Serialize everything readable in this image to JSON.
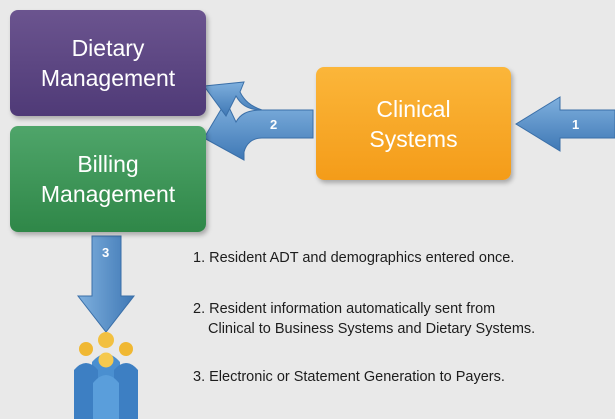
{
  "boxes": {
    "dietary": [
      "Dietary",
      "Management"
    ],
    "billing": [
      "Billing",
      "Management"
    ],
    "clinical": [
      "Clinical",
      "Systems"
    ]
  },
  "arrows": {
    "one": "1",
    "two": "2",
    "three": "3"
  },
  "notes": {
    "n1": "1.  Resident ADT and demographics entered once.",
    "n2_line1": "2. Resident information automatically sent from",
    "n2_line2": "Clinical to Business Systems and Dietary Systems.",
    "n3": "3. Electronic or Statement Generation to Payers."
  },
  "colors": {
    "dietary": "#5b4582",
    "billing": "#3d9657",
    "clinical": "#f7a623",
    "arrow": "#4a84c0"
  }
}
